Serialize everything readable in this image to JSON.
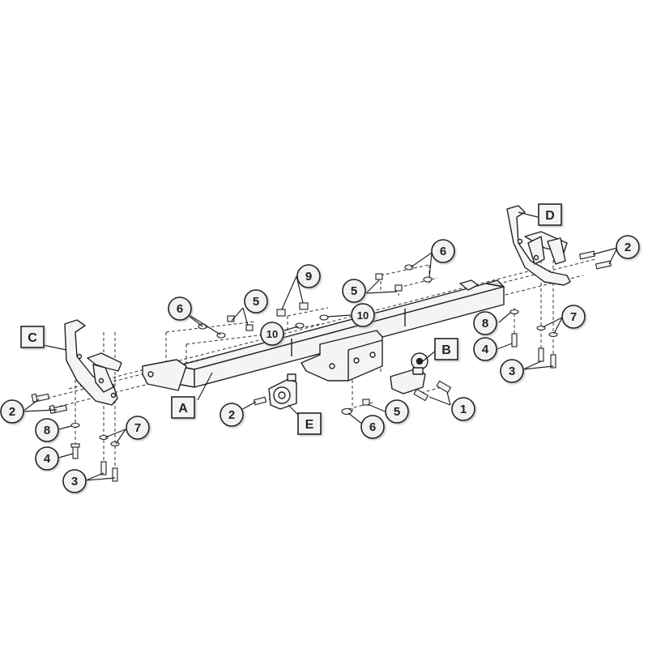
{
  "part_labels": {
    "A": "A",
    "B": "B",
    "C": "C",
    "D": "D",
    "E": "E"
  },
  "callouts": {
    "c1": "1",
    "c2_left": "2",
    "c2_center": "2",
    "c2_right": "2",
    "c3_left": "3",
    "c3_right": "3",
    "c4_left": "4",
    "c4_right": "4",
    "c5_left": "5",
    "c5_mid": "5",
    "c5_bottom": "5",
    "c6_left": "6",
    "c6_top": "6",
    "c6_bottom": "6",
    "c7_left": "7",
    "c7_right": "7",
    "c8_left": "8",
    "c8_right": "8",
    "c9": "9",
    "c10_left": "10",
    "c10_right": "10"
  },
  "colors": {
    "line": "#222222",
    "part_fill": "#f4f4f4",
    "callout_fill": "#f2f2f2",
    "background": "#ffffff"
  }
}
